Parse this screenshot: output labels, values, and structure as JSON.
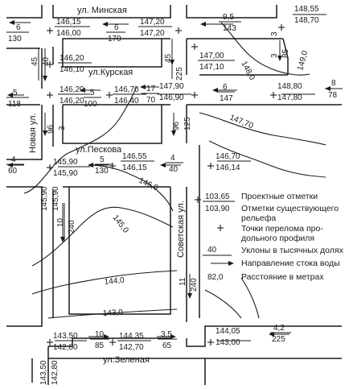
{
  "streets": {
    "minskaya": "ул. Минская",
    "kurskaya": "ул.Курская",
    "peskova": "ул.Пескова",
    "novaya": "Новая ул.",
    "sovetskaya": "Советская ул.",
    "zelenaya": "ул.Зеленая"
  },
  "contours": [
    "148,0",
    "147,70",
    "146,0",
    "145,0",
    "144,0",
    "143,0"
  ],
  "elevation_points": [
    {
      "design": "146,15",
      "existing": "146,00"
    },
    {
      "design": "147,20",
      "existing": "147,20"
    },
    {
      "design": "148,55",
      "existing": "148,70"
    },
    {
      "design": "146,20",
      "existing": "146,10"
    },
    {
      "design": "147,00",
      "existing": "147,10"
    },
    {
      "design": "146,20",
      "existing": "146,20"
    },
    {
      "design": "146,70",
      "existing": "146,40"
    },
    {
      "design": "147,90",
      "existing": "146,90"
    },
    {
      "design": "148,80",
      "existing": "147,80"
    },
    {
      "design": "145,90",
      "existing": "145,90"
    },
    {
      "design": "146,55",
      "existing": "146,15"
    },
    {
      "design": "146,70",
      "existing": "146,14"
    },
    {
      "design": "145,90",
      "existing": "145,90"
    },
    {
      "design": "143,50",
      "existing": "142,80"
    },
    {
      "design": "144,35",
      "existing": "142,70"
    },
    {
      "design": "144,05",
      "existing": "143,00"
    },
    {
      "design": "143,50",
      "existing": "142,80"
    }
  ],
  "slopes": [
    {
      "slope": "6",
      "length": "130"
    },
    {
      "slope": "6",
      "length": "170"
    },
    {
      "slope": "9,5",
      "length": "143"
    },
    {
      "slope": "3",
      "length": "85"
    },
    {
      "slope": "45",
      "length": "40"
    },
    {
      "slope": "45",
      "length": "225"
    },
    {
      "slope": "5",
      "length": "118"
    },
    {
      "slope": "5",
      "length": "100"
    },
    {
      "slope": "17",
      "length": "70"
    },
    {
      "slope": "6",
      "length": "147"
    },
    {
      "slope": "8",
      "length": "78"
    },
    {
      "slope": "4",
      "length": "60"
    },
    {
      "slope": "5",
      "length": "130"
    },
    {
      "slope": "4",
      "length": "40"
    },
    {
      "slope": "10",
      "length": "240"
    },
    {
      "slope": "11",
      "length": "240"
    },
    {
      "slope": "10",
      "length": "85"
    },
    {
      "slope": "3,5",
      "length": "65"
    },
    {
      "slope": "4,2",
      "length": "225"
    }
  ],
  "vertical_labels": [
    "149,0",
    "96",
    "3",
    "125",
    "96",
    "3",
    "40"
  ],
  "legend": {
    "design_sample": "103,65",
    "design_label": "Проектные отметки",
    "existing_sample": "103,90",
    "existing_label_1": "Отметки существующего",
    "existing_label_2": "рельефа",
    "break_label_1": "Точки перелома про-",
    "break_label_2": "дольного профиля",
    "slope_sample": "40",
    "slope_label": "Уклоны в тысячных долях",
    "flow_label": "Направление стока воды",
    "distance_sample": "82,0",
    "distance_label": "Расстояние в метрах"
  }
}
